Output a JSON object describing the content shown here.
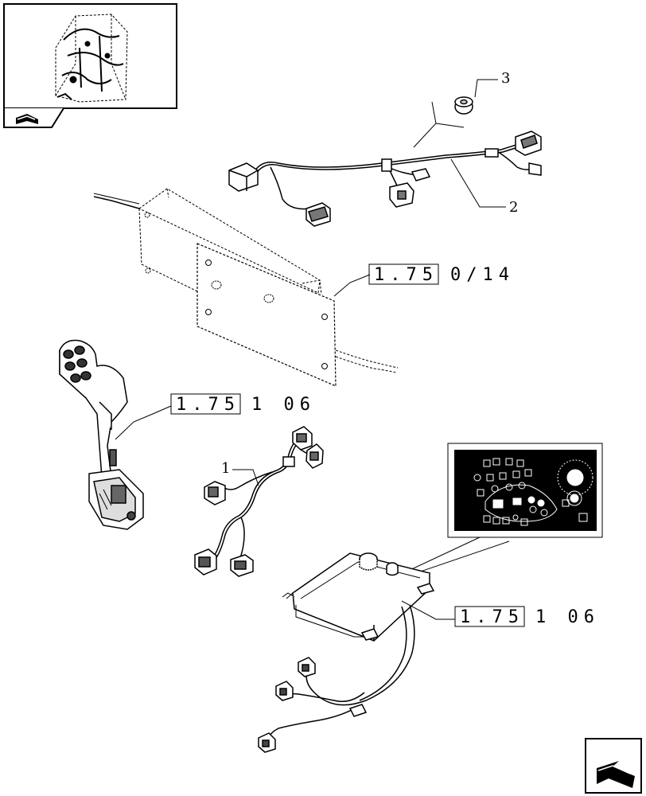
{
  "callouts": {
    "item_1": "1",
    "item_2": "2",
    "item_3": "3"
  },
  "references": {
    "ref_a": {
      "boxed": "1.75",
      "suffix": "0/14"
    },
    "ref_b": {
      "boxed": "1.75",
      "suffix": "1 06"
    },
    "ref_c": {
      "boxed": "1.75",
      "suffix": "1 06"
    }
  },
  "icons": {
    "thumbnail_icon": "book-arrow-icon",
    "nav_icon": "next-page-arrow-icon"
  }
}
